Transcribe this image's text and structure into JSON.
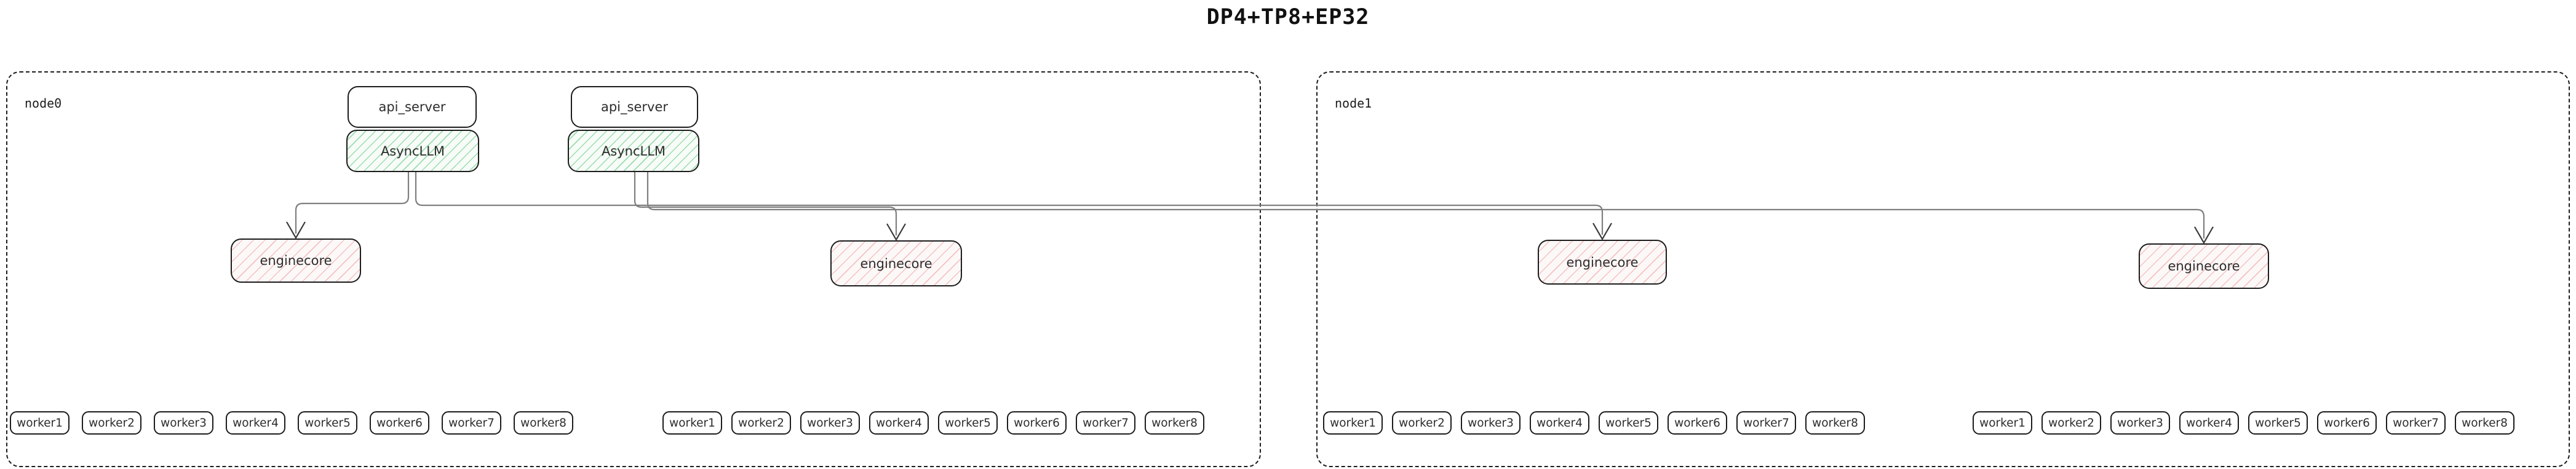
{
  "title": "DP4+TP8+EP32",
  "colors": {
    "edge": "#7f7f7f",
    "arrowhead": "#3a3a3a",
    "box_border": "#1c1c1c",
    "async_llm_hatch": "#7dd293",
    "enginecore_hatch": "#eb9696"
  },
  "nodes": [
    {
      "label": "node0",
      "api_server_stacks": [
        {
          "api_server_label": "api_server",
          "async_llm_label": "AsyncLLM"
        },
        {
          "api_server_label": "api_server",
          "async_llm_label": "AsyncLLM"
        }
      ],
      "enginecores": [
        {
          "label": "enginecore"
        },
        {
          "label": "enginecore"
        }
      ],
      "worker_groups": [
        {
          "workers": [
            "worker1",
            "worker2",
            "worker3",
            "worker4",
            "worker5",
            "worker6",
            "worker7",
            "worker8"
          ]
        },
        {
          "workers": [
            "worker1",
            "worker2",
            "worker3",
            "worker4",
            "worker5",
            "worker6",
            "worker7",
            "worker8"
          ]
        }
      ]
    },
    {
      "label": "node1",
      "api_server_stacks": [],
      "enginecores": [
        {
          "label": "enginecore"
        },
        {
          "label": "enginecore"
        }
      ],
      "worker_groups": [
        {
          "workers": [
            "worker1",
            "worker2",
            "worker3",
            "worker4",
            "worker5",
            "worker6",
            "worker7",
            "worker8"
          ]
        },
        {
          "workers": [
            "worker1",
            "worker2",
            "worker3",
            "worker4",
            "worker5",
            "worker6",
            "worker7",
            "worker8"
          ]
        }
      ]
    }
  ],
  "edges": [
    {
      "from": "node0-async-llm-1",
      "to": "node0-enginecore-1"
    },
    {
      "from": "node0-async-llm-1",
      "to": "node1-enginecore-1"
    },
    {
      "from": "node0-async-llm-2",
      "to": "node0-enginecore-2"
    },
    {
      "from": "node0-async-llm-2",
      "to": "node1-enginecore-2"
    }
  ]
}
